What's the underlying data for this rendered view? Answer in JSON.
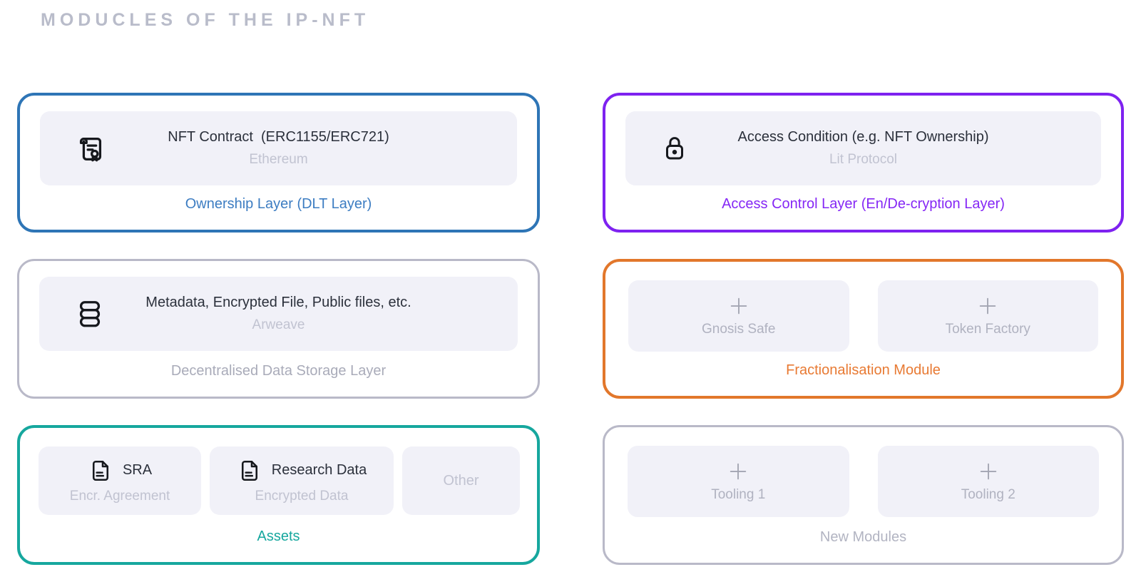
{
  "page": {
    "title": "MODUCLES OF THE IP-NFT",
    "background": "#ffffff"
  },
  "cards": {
    "ownership": {
      "accent": "#2e75b6",
      "label_color": "#3d7dc2",
      "icon": "certificate-icon",
      "line1": "NFT Contract  (ERC1155/ERC721)",
      "line2": "Ethereum",
      "label": "Ownership Layer (DLT Layer)"
    },
    "access": {
      "accent": "#7e22f0",
      "label_color": "#8527f5",
      "icon": "lock-icon",
      "line1": "Access Condition (e.g. NFT Ownership)",
      "line2": "Lit Protocol",
      "label": "Access Control Layer (En/De-cryption Layer)"
    },
    "storage": {
      "accent": "#b9b9c8",
      "label_color": "#a9abb9",
      "icon": "database-icon",
      "line1": "Metadata, Encrypted File, Public files, etc.",
      "line2": "Arweave",
      "label": "Decentralised Data Storage Layer"
    },
    "fractionalisation": {
      "accent": "#e2772b",
      "label_color": "#e87a33",
      "label": "Fractionalisation Module",
      "tiles": [
        {
          "icon": "plus-icon",
          "label": "Gnosis Safe"
        },
        {
          "icon": "plus-icon",
          "label": "Token Factory"
        }
      ]
    },
    "assets": {
      "accent": "#16a79e",
      "label_color": "#16a79e",
      "label": "Assets",
      "tiles": [
        {
          "icon": "document-icon",
          "title": "SRA",
          "subtitle": "Encr. Agreement"
        },
        {
          "icon": "document-icon",
          "title": "Research Data",
          "subtitle": "Encrypted Data"
        },
        {
          "title": "Other"
        }
      ]
    },
    "new_modules": {
      "accent": "#b9b9c8",
      "label_color": "#b2b4c2",
      "label": "New Modules",
      "tiles": [
        {
          "icon": "plus-icon",
          "label": "Tooling 1"
        },
        {
          "icon": "plus-icon",
          "label": "Tooling 2"
        }
      ]
    }
  }
}
